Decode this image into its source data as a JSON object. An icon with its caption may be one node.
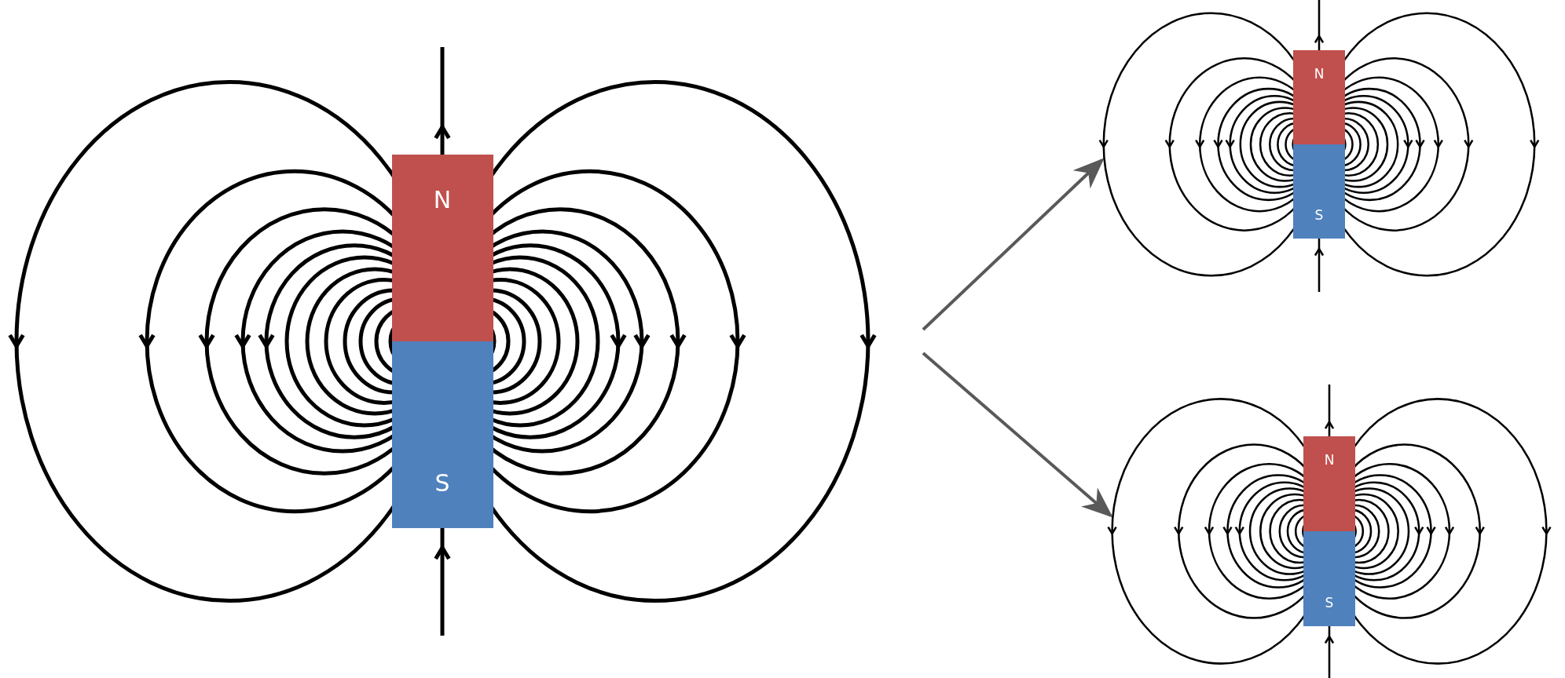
{
  "diagram": {
    "nodes": [
      {
        "text": [
          "N",
          "S"
        ]
      },
      {
        "text": [
          "N",
          "S"
        ]
      },
      {
        "text": [
          "N",
          "S"
        ]
      }
    ],
    "edges": [
      {
        "from": 0,
        "to": 1,
        "arrow": "to"
      },
      {
        "from": 0,
        "to": 2,
        "arrow": "to"
      }
    ]
  }
}
